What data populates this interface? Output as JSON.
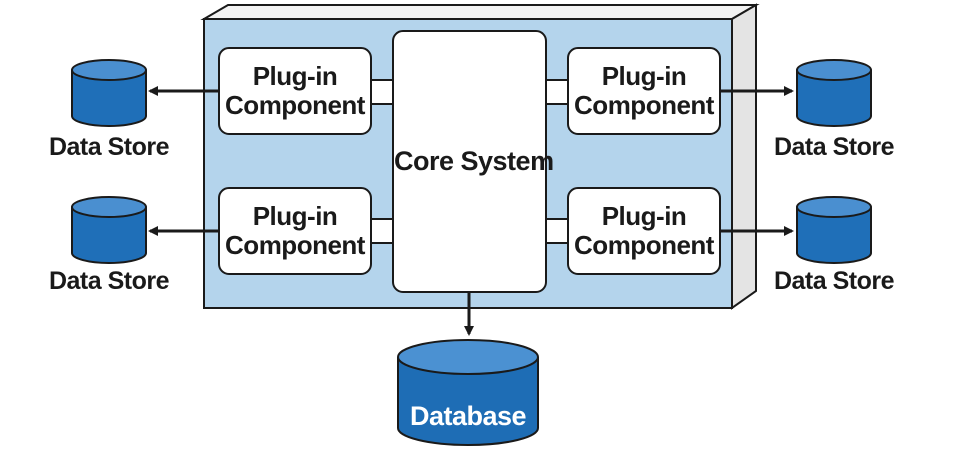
{
  "diagram": {
    "core": {
      "label": "Core System"
    },
    "plugins": [
      {
        "line1": "Plug-in",
        "line2": "Component"
      },
      {
        "line1": "Plug-in",
        "line2": "Component"
      },
      {
        "line1": "Plug-in",
        "line2": "Component"
      },
      {
        "line1": "Plug-in",
        "line2": "Component"
      }
    ],
    "stores": [
      {
        "label": "Data Store"
      },
      {
        "label": "Data Store"
      },
      {
        "label": "Data Store"
      },
      {
        "label": "Data Store"
      }
    ],
    "database": {
      "label": "Database"
    },
    "colors": {
      "container_fill": "#b4d4ec",
      "container_side": "#e8e8e8",
      "cylinder_body": "#1f6fb8",
      "cylinder_top": "#4a8fd0",
      "database_body": "#1e6db5",
      "database_top": "#4b91d2",
      "stroke": "#1a1a1a",
      "box_fill": "#ffffff"
    }
  }
}
